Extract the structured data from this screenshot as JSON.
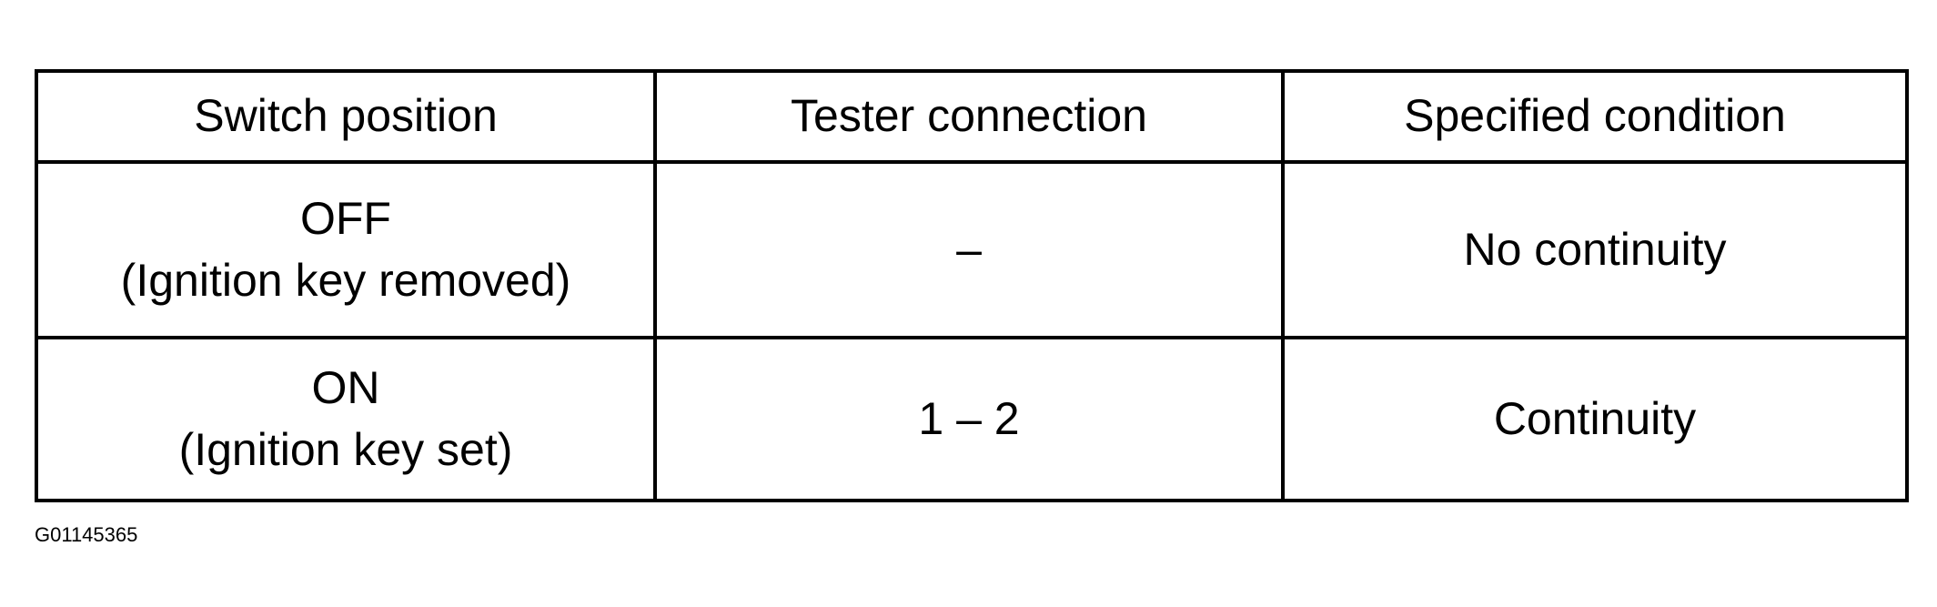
{
  "table": {
    "headers": [
      "Switch position",
      "Tester connection",
      "Specified condition"
    ],
    "rows": [
      {
        "switch_position": [
          "OFF",
          "(Ignition key removed)"
        ],
        "tester_connection": "–",
        "specified_condition": "No continuity"
      },
      {
        "switch_position": [
          "ON",
          "(Ignition key set)"
        ],
        "tester_connection": "1 – 2",
        "specified_condition": "Continuity"
      }
    ]
  },
  "figure_id": "G01145365"
}
